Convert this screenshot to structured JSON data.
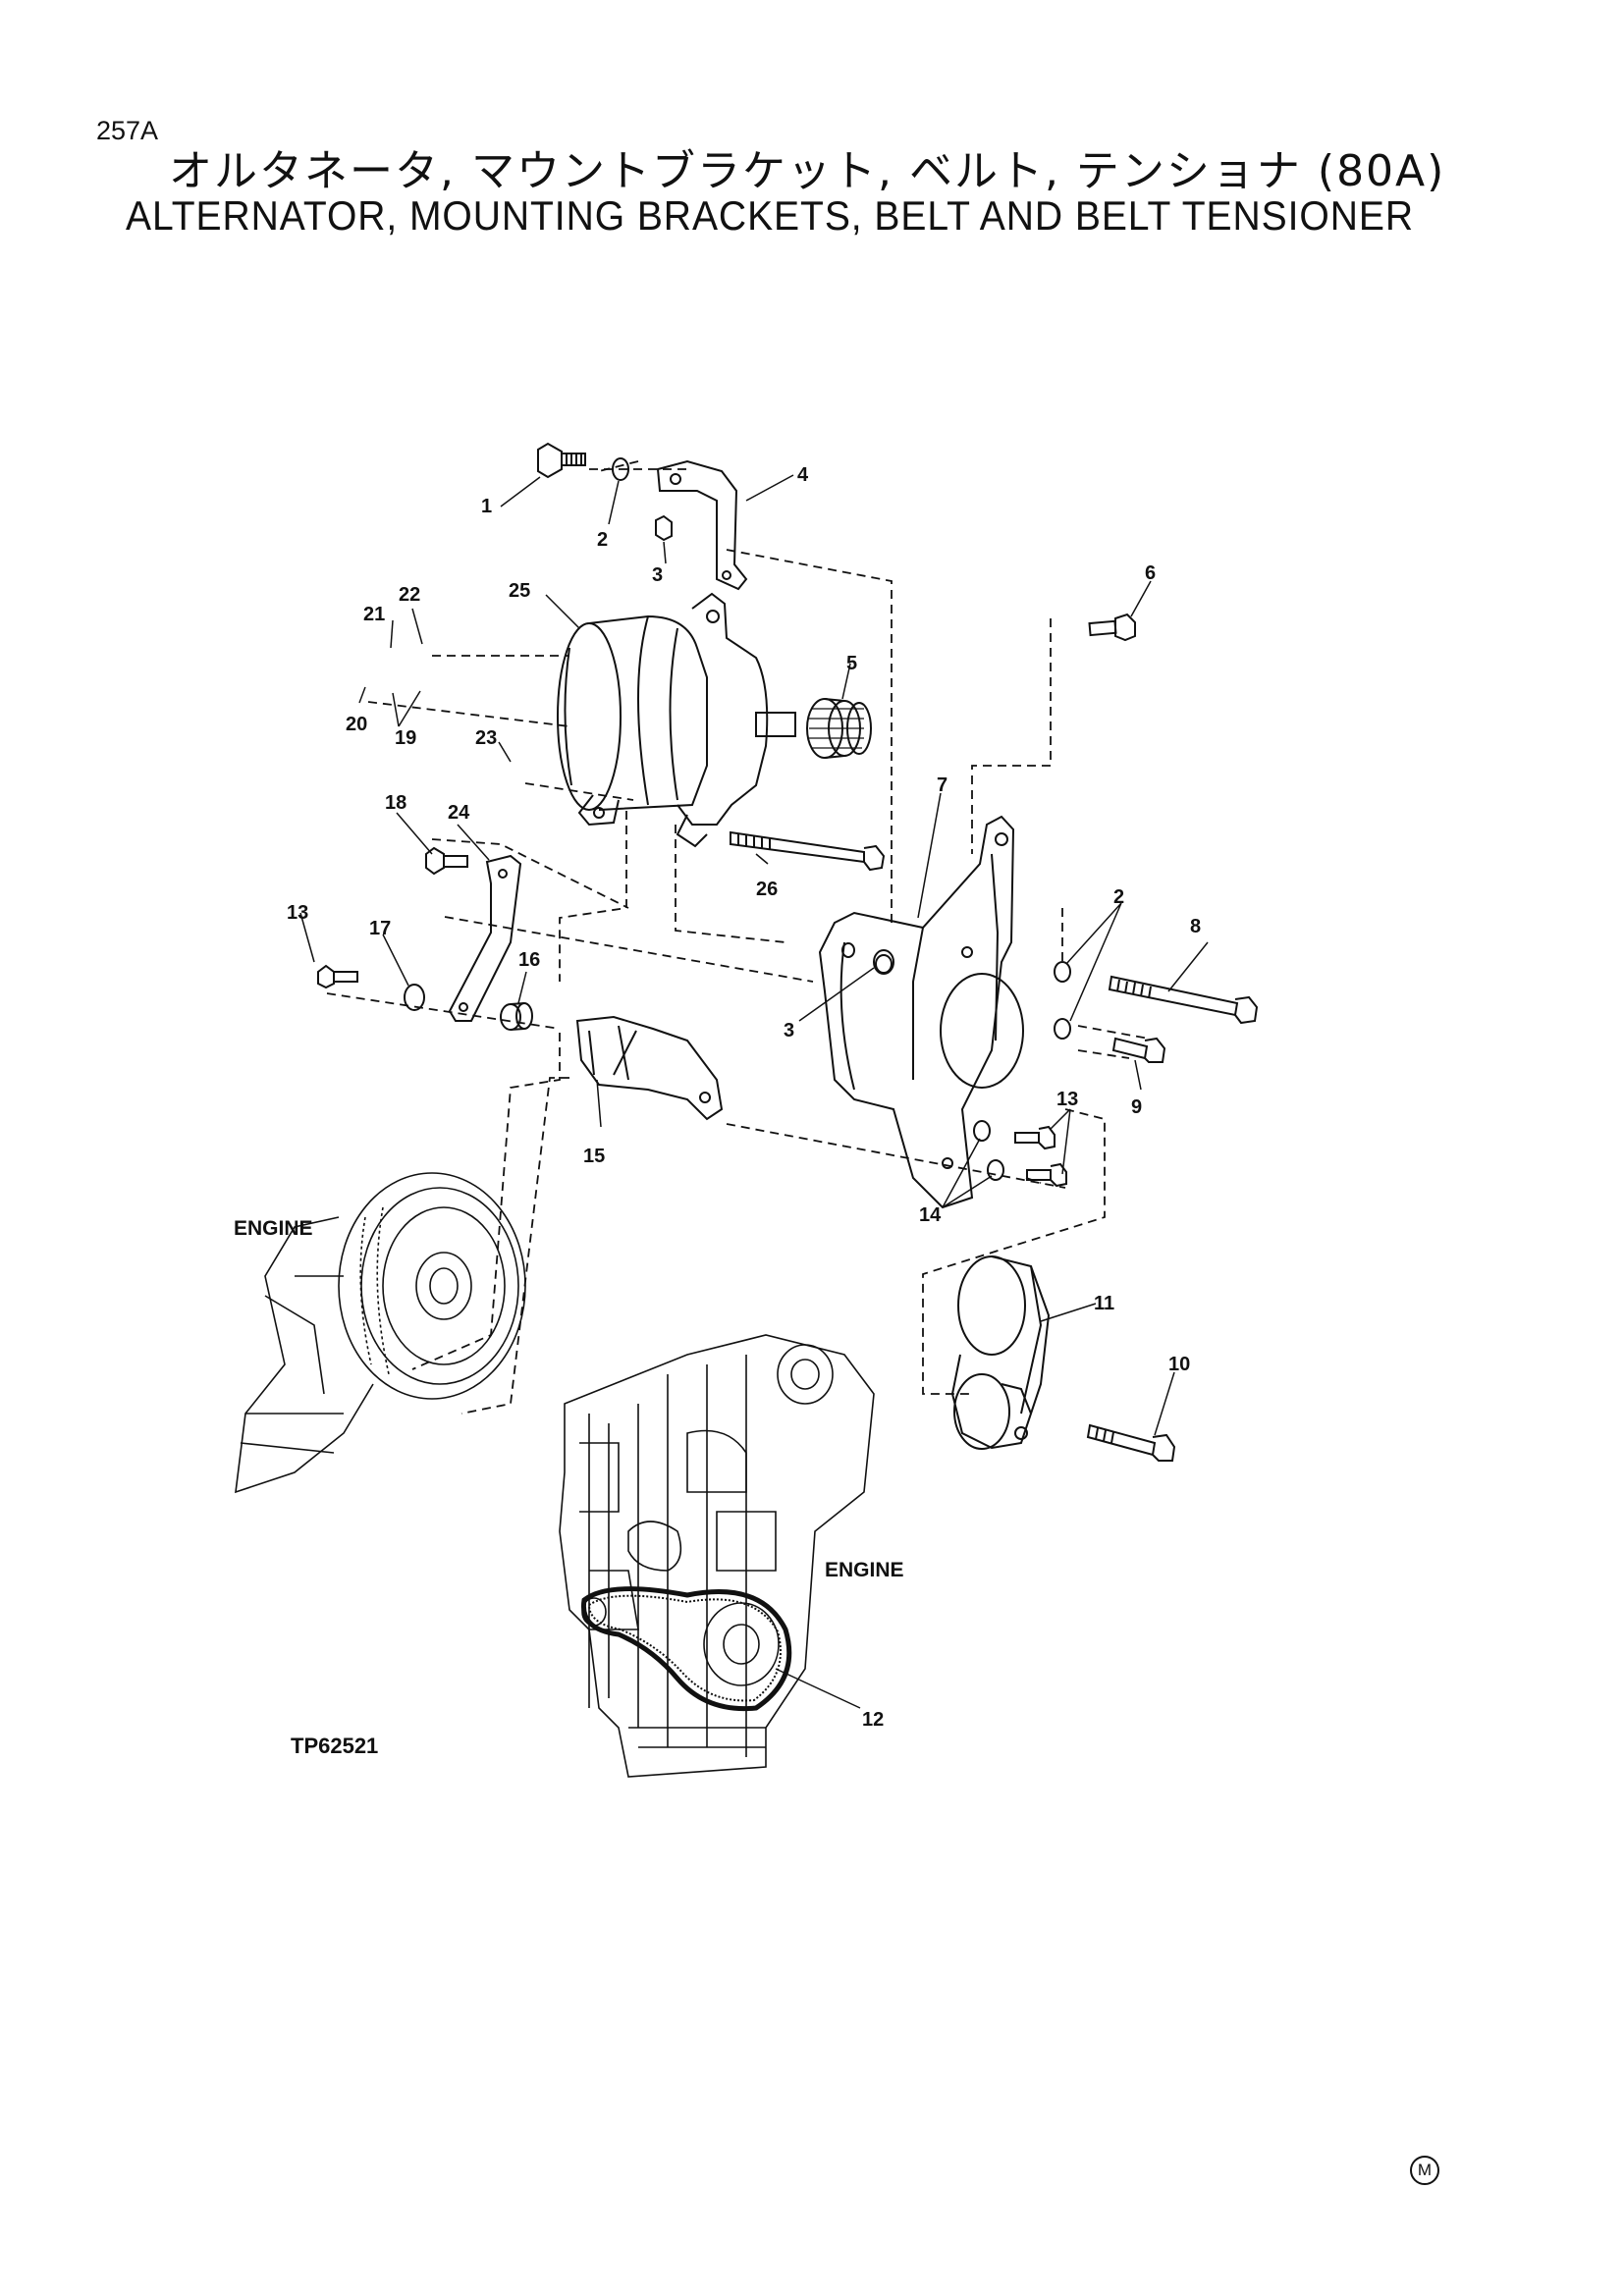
{
  "page": {
    "number": "257A"
  },
  "title": {
    "japanese": "オルタネータ, マウントブラケット, ベルト, テンショナ (80A)",
    "english": "ALTERNATOR, MOUNTING BRACKETS, BELT AND BELT TENSIONER"
  },
  "figure_id": "TP62521",
  "footer_mark": "M",
  "labels": {
    "engine_left": "ENGINE",
    "engine_right": "ENGINE"
  },
  "callouts": {
    "c1": "1",
    "c2a": "2",
    "c2b": "2",
    "c3a": "3",
    "c3b": "3",
    "c4": "4",
    "c5": "5",
    "c6": "6",
    "c7": "7",
    "c8": "8",
    "c9": "9",
    "c10": "10",
    "c11": "11",
    "c12": "12",
    "c13a": "13",
    "c13b": "13",
    "c14": "14",
    "c15": "15",
    "c16": "16",
    "c17": "17",
    "c18": "18",
    "c19": "19",
    "c20": "20",
    "c21": "21",
    "c22": "22",
    "c23": "23",
    "c24": "24",
    "c25": "25",
    "c26": "26"
  }
}
